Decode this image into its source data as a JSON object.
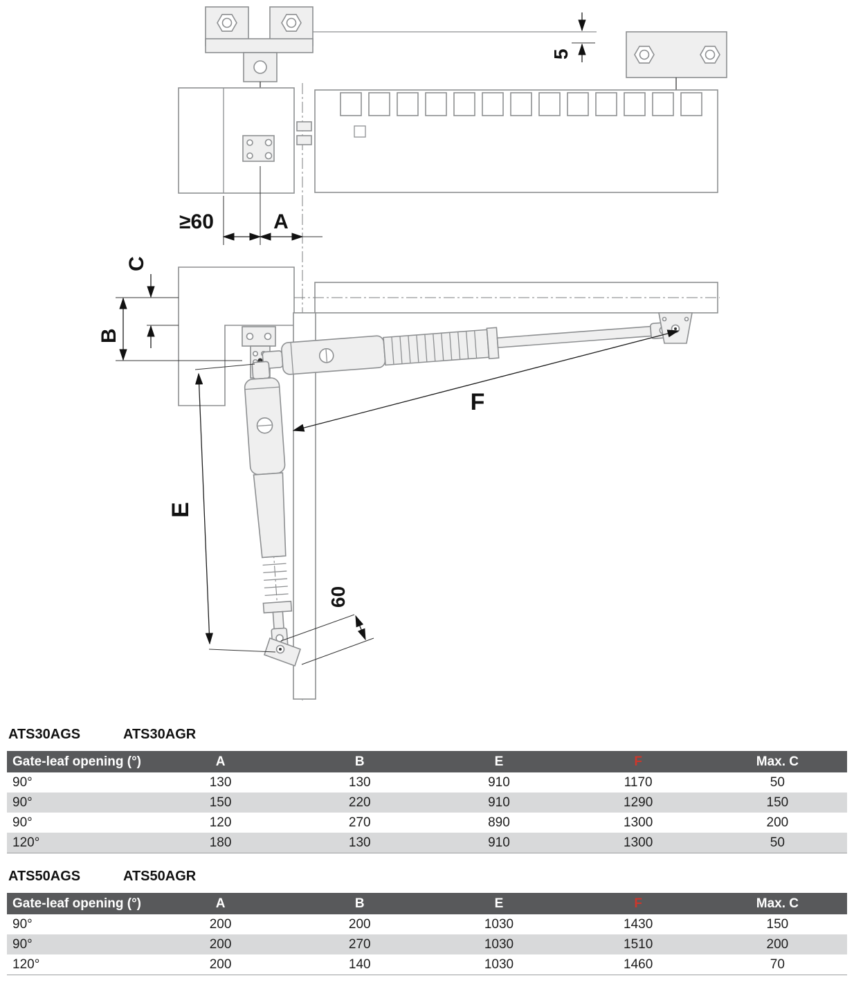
{
  "diagram": {
    "labels": {
      "offset5": "5",
      "ge60": "≥60",
      "A": "A",
      "C": "C",
      "B": "B",
      "E": "E",
      "F": "F",
      "d60": "60"
    }
  },
  "sections": [
    {
      "models": [
        "ATS30AGS",
        "ATS30AGR"
      ],
      "table": {
        "headers": [
          "Gate-leaf opening (°)",
          "A",
          "B",
          "E",
          "F",
          "Max. C"
        ],
        "rows": [
          [
            "90°",
            "130",
            "130",
            "910",
            "1170",
            "50"
          ],
          [
            "90°",
            "150",
            "220",
            "910",
            "1290",
            "150"
          ],
          [
            "90°",
            "120",
            "270",
            "890",
            "1300",
            "200"
          ],
          [
            "120°",
            "180",
            "130",
            "910",
            "1300",
            "50"
          ]
        ]
      }
    },
    {
      "models": [
        "ATS50AGS",
        "ATS50AGR"
      ],
      "table": {
        "headers": [
          "Gate-leaf opening (°)",
          "A",
          "B",
          "E",
          "F",
          "Max. C"
        ],
        "rows": [
          [
            "90°",
            "200",
            "200",
            "1030",
            "1430",
            "150"
          ],
          [
            "90°",
            "200",
            "270",
            "1030",
            "1510",
            "200"
          ],
          [
            "120°",
            "200",
            "140",
            "1030",
            "1460",
            "70"
          ]
        ]
      }
    }
  ],
  "colors": {
    "header_bg": "#58595b",
    "header_text": "#ffffff",
    "f_col": "#cc372c",
    "row_alt": "#d8d9da"
  }
}
